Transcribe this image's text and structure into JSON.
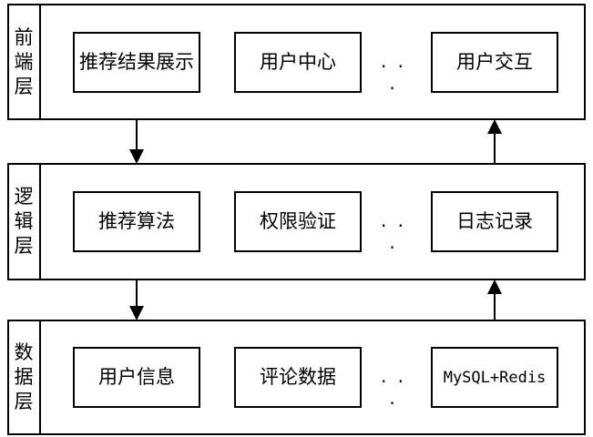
{
  "layers": [
    {
      "label": "前端层",
      "nodes": [
        "推荐结果展示",
        "用户中心",
        "用户交互"
      ],
      "ellipsis": ". . ."
    },
    {
      "label": "逻辑层",
      "nodes": [
        "推荐算法",
        "权限验证",
        "日志记录"
      ],
      "ellipsis": ". . ."
    },
    {
      "label": "数据层",
      "nodes": [
        "用户信息",
        "评论数据",
        "MySQL+Redis"
      ],
      "ellipsis": ". . ."
    }
  ],
  "colors": {
    "stroke": "#000000",
    "fill": "#ffffff"
  }
}
